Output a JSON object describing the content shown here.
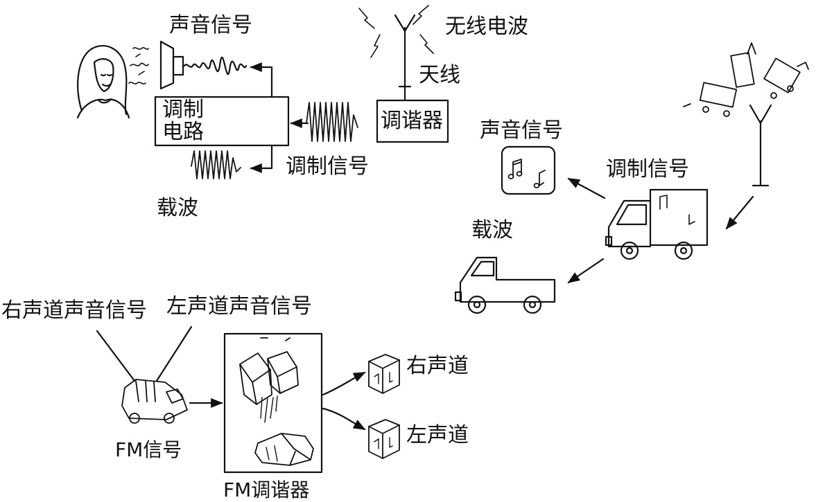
{
  "top_left": {
    "sound_signal": "声音信号",
    "modulation_circuit_line1": "调制",
    "modulation_circuit_line2": "电路",
    "tuner": "调谐器",
    "modulated_signal": "调制信号",
    "carrier": "载波",
    "antenna": "天线",
    "radio_wave": "无线电波"
  },
  "right": {
    "sound_signal": "声音信号",
    "modulated_signal": "调制信号",
    "carrier": "载波"
  },
  "bottom": {
    "right_channel_sound_signal": "右声道声音信号",
    "left_channel_sound_signal": "左声道声音信号",
    "fm_signal": "FM信号",
    "fm_tuner": "FM调谐器",
    "right_channel": "右声道",
    "left_channel": "左声道"
  }
}
